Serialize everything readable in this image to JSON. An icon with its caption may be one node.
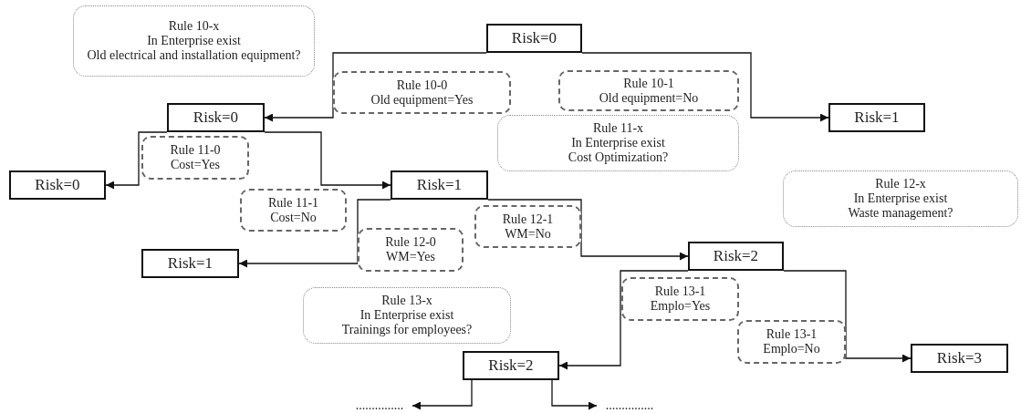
{
  "diagram": {
    "nodes": [
      {
        "text": [
          "Rule 10-x",
          "In Enterprise exist",
          "Old electrical  and installation equipment?"
        ]
      },
      {
        "text": [
          "Risk=0"
        ]
      },
      {
        "text": [
          "Rule 10-0",
          "Old equipment=Yes"
        ]
      },
      {
        "text": [
          "Rule 10-1",
          "Old equipment=No"
        ]
      },
      {
        "text": [
          "Risk=0"
        ]
      },
      {
        "text": [
          "Risk=1"
        ]
      },
      {
        "text": [
          "Rule 11-x",
          "In Enterprise exist",
          "Cost Optimization?"
        ]
      },
      {
        "text": [
          "Rule 11-0",
          "Cost=Yes"
        ]
      },
      {
        "text": [
          "Risk=0"
        ]
      },
      {
        "text": [
          "Risk=1"
        ]
      },
      {
        "text": [
          "Rule 12-x",
          "In Enterprise exist",
          "Waste management?"
        ]
      },
      {
        "text": [
          "Rule 11-1",
          "Cost=No"
        ]
      },
      {
        "text": [
          "Rule 12-1",
          "WM=No"
        ]
      },
      {
        "text": [
          "Risk=2"
        ]
      },
      {
        "text": [
          "Rule 12-0",
          "WM=Yes"
        ]
      },
      {
        "text": [
          "Risk=1"
        ]
      },
      {
        "text": [
          "Rule 13-1",
          "Emplo=Yes"
        ]
      },
      {
        "text": [
          "Rule 13-x",
          "In Enterprise exist",
          "Trainings for employees?"
        ]
      },
      {
        "text": [
          "Rule 13-1",
          "Emplo=No"
        ]
      },
      {
        "text": [
          "Risk=3"
        ]
      },
      {
        "text": [
          "Risk=2"
        ]
      },
      {
        "text": [
          "..............."
        ]
      },
      {
        "text": [
          "..............."
        ]
      }
    ],
    "edges": [
      {
        "from": 1,
        "to": 4,
        "arrow": "to"
      },
      {
        "from": 1,
        "to": 5,
        "arrow": "to"
      },
      {
        "from": 4,
        "to": 8,
        "arrow": "to"
      },
      {
        "from": 4,
        "to": 9,
        "arrow": "to"
      },
      {
        "from": 9,
        "to": 15,
        "arrow": "to"
      },
      {
        "from": 9,
        "to": 13,
        "arrow": "to"
      },
      {
        "from": 13,
        "to": 20,
        "arrow": "to"
      },
      {
        "from": 13,
        "to": 19,
        "arrow": "to"
      },
      {
        "from": 20,
        "to": 21,
        "arrow": "to"
      },
      {
        "from": 20,
        "to": 22,
        "arrow": "to"
      }
    ]
  }
}
